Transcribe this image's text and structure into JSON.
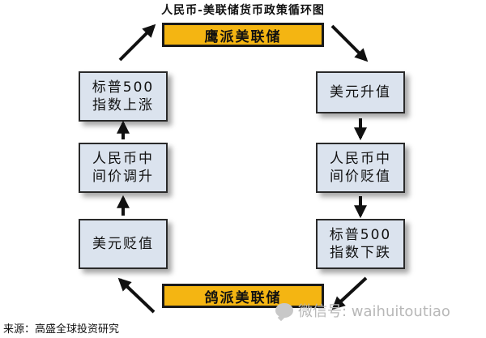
{
  "title": "人民币-美联储货币政策循环图",
  "hawk": "鹰派美联储",
  "dove": "鸽派美联储",
  "nodes": {
    "sp_up": {
      "line1": "标普500",
      "line2": "指数上涨"
    },
    "cny_up": {
      "line1": "人民币中",
      "line2": "间价调升"
    },
    "usd_dn": {
      "line1": "美元贬值"
    },
    "usd_up": {
      "line1": "美元升值"
    },
    "cny_dn": {
      "line1": "人民币中",
      "line2": "间价贬值"
    },
    "sp_dn": {
      "line1": "标普500",
      "line2": "指数下跌"
    }
  },
  "source": "来源：高盛全球投资研究",
  "watermark": "微信号: waihuitoutiao",
  "colors": {
    "bar": "#f4b512",
    "box": "#dbe3ee",
    "arrow": "#111111"
  }
}
